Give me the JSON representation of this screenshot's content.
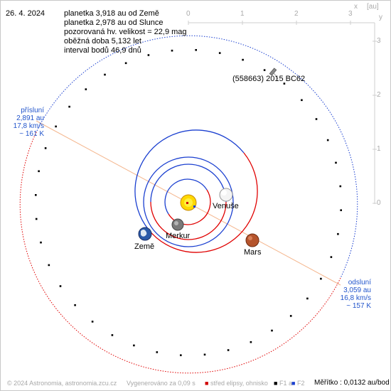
{
  "date": "26. 4. 2024",
  "info": [
    "planetka 3,918 au od Země",
    "planetka 2,978 au od Slunce",
    "pozorovaná hv. velikost = 22,9 mag",
    "oběžná doba 5,132 let",
    "interval bodů 46,9 dnů"
  ],
  "axes": {
    "x_ticks": [
      "0",
      "1",
      "2",
      "3"
    ],
    "y_ticks": [
      "0",
      "1",
      "2",
      "3"
    ],
    "x_name": "x",
    "y_name": "y",
    "unit": "[au]"
  },
  "asteroid_label": "(558663) 2015 BC62",
  "planets": {
    "venus": "Venuše",
    "mercury": "Merkur",
    "earth": "Země",
    "mars": "Mars"
  },
  "perihelion": {
    "title": "přísluní",
    "dist": "2,891 au",
    "speed": "17,8 km/s",
    "temp": "~ 161 K"
  },
  "aphelion": {
    "title": "odsluní",
    "dist": "3,059 au",
    "speed": "16,8 km/s",
    "temp": "~ 157 K"
  },
  "footer": {
    "copyright": "© 2024 Astronomia, astronomia.zcu.cz",
    "generated": "Vygenerováno za 0,09 s",
    "legend_center": "střed elipsy, ohnisko",
    "legend_f1": "F1 a",
    "legend_f2": "F2",
    "scale": "Měřítko : 0,0132 au/bod"
  },
  "colors": {
    "orbit_above": "#e00000",
    "orbit_below": "#1a3fd0",
    "apsis_line": "#f4b58c",
    "annotation": "#2255cc"
  }
}
